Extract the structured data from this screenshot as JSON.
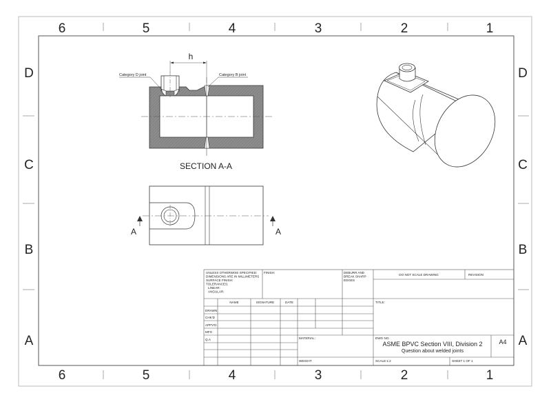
{
  "zones": {
    "cols": [
      "6",
      "5",
      "4",
      "3",
      "2",
      "1"
    ],
    "rows": [
      "D",
      "C",
      "B",
      "A"
    ]
  },
  "drawing": {
    "section_title": "SECTION A-A",
    "dim_h": "h",
    "cat_d": "Category D joint",
    "cat_b": "Category B joint",
    "cut_label_left": "A",
    "cut_label_right": "A"
  },
  "title_block": {
    "spec_lines": [
      "UNLESS OTHERWISE SPECIFIED:",
      "DIMENSIONS ARE IN MILLIMETERS",
      "SURFACE FINISH:",
      "TOLERANCES:",
      "LINEAR:",
      "ANGULAR:"
    ],
    "finish": "FINISH:",
    "deburr_lines": [
      "DEBURR AND",
      "BREAK SHARP",
      "EDGES"
    ],
    "do_not_scale": "DO NOT SCALE DRAWING",
    "revision": "REVISION",
    "hdr_name": "NAME",
    "hdr_signature": "SIGNATURE",
    "hdr_date": "DATE",
    "rows": [
      "DRAWN",
      "CHK'D",
      "APPV'D",
      "MFG",
      "Q.A"
    ],
    "title_label": "TITLE:",
    "material": "MATERIAL:",
    "weight": "WEIGHT:",
    "dwg_no": "DWG NO.",
    "title_main": "ASME BPVC Section VIII, Division 2",
    "title_sub": "Question about welded joints",
    "size": "A4",
    "scale": "SCALE:1:2",
    "sheet": "SHEET 1 OF 1"
  }
}
